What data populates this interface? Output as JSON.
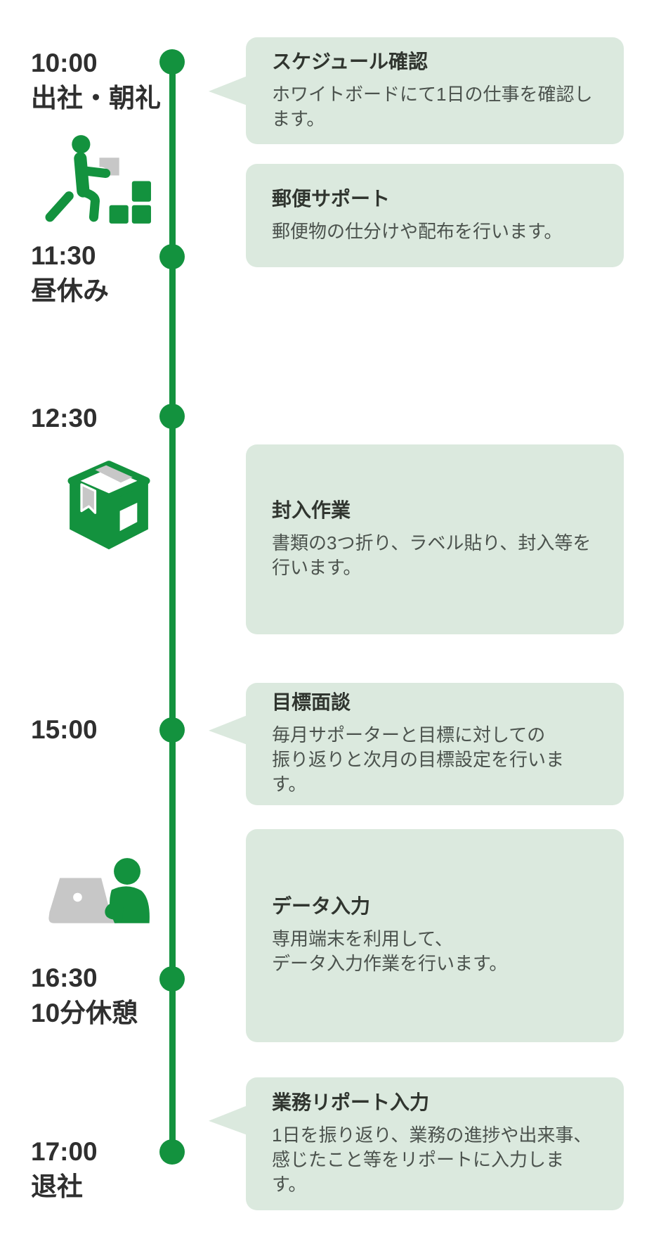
{
  "colors": {
    "accent_green": "#13923E",
    "card_background": "#DBE9DE",
    "time_text": "#2f2f2f",
    "card_title_text": "#30352f",
    "card_body_text": "#4b524d",
    "icon_gray": "#C7C7C7",
    "page_background": "#ffffff"
  },
  "timeline": {
    "times": [
      {
        "time": "10:00",
        "sublabel": "出社・朝礼"
      },
      {
        "time": "11:30",
        "sublabel": "昼休み"
      },
      {
        "time": "12:30",
        "sublabel": ""
      },
      {
        "time": "15:00",
        "sublabel": ""
      },
      {
        "time": "16:30",
        "sublabel": "10分休憩"
      },
      {
        "time": "17:00",
        "sublabel": "退社"
      }
    ],
    "icons": [
      {
        "name": "worker-carrying-boxes-icon"
      },
      {
        "name": "package-box-icon"
      },
      {
        "name": "person-at-laptop-icon"
      }
    ]
  },
  "cards": [
    {
      "title": "スケジュール確認",
      "body": [
        "ホワイトボードにて1日の仕事を確認します。"
      ]
    },
    {
      "title": "郵便サポート",
      "body": [
        "郵便物の仕分けや配布を行います。"
      ]
    },
    {
      "title": "封入作業",
      "body": [
        "書類の3つ折り、ラベル貼り、封入等を",
        "行います。"
      ]
    },
    {
      "title": "目標面談",
      "body": [
        "毎月サポーターと目標に対しての",
        "振り返りと次月の目標設定を行います。"
      ]
    },
    {
      "title": "データ入力",
      "body": [
        "専用端末を利用して、",
        "データ入力作業を行います。"
      ]
    },
    {
      "title": "業務リポート入力",
      "body": [
        "1日を振り返り、業務の進捗や出来事、",
        "感じたこと等をリポートに入力します。"
      ]
    }
  ]
}
